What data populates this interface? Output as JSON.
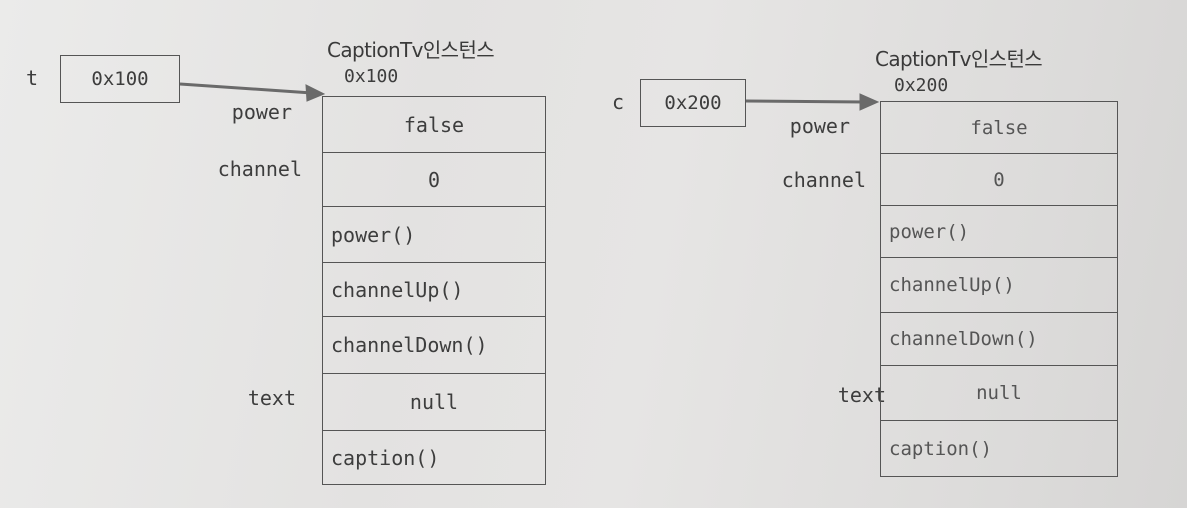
{
  "left": {
    "var_name": "t",
    "var_value": "0x100",
    "title": "CaptionTv인스턴스",
    "address": "0x100",
    "labels": {
      "power": "power",
      "channel": "channel",
      "text": "text"
    },
    "rows": [
      "false",
      "0",
      "power()",
      "channelUp()",
      "channelDown()",
      "null",
      "caption()"
    ]
  },
  "right": {
    "var_name": "c",
    "var_value": "0x200",
    "title": "CaptionTv인스턴스",
    "address": "0x200",
    "labels": {
      "power": "power",
      "channel": "channel",
      "text": "text"
    },
    "rows": [
      "false",
      "0",
      "power()",
      "channelUp()",
      "channelDown()",
      "null",
      "caption()"
    ]
  }
}
